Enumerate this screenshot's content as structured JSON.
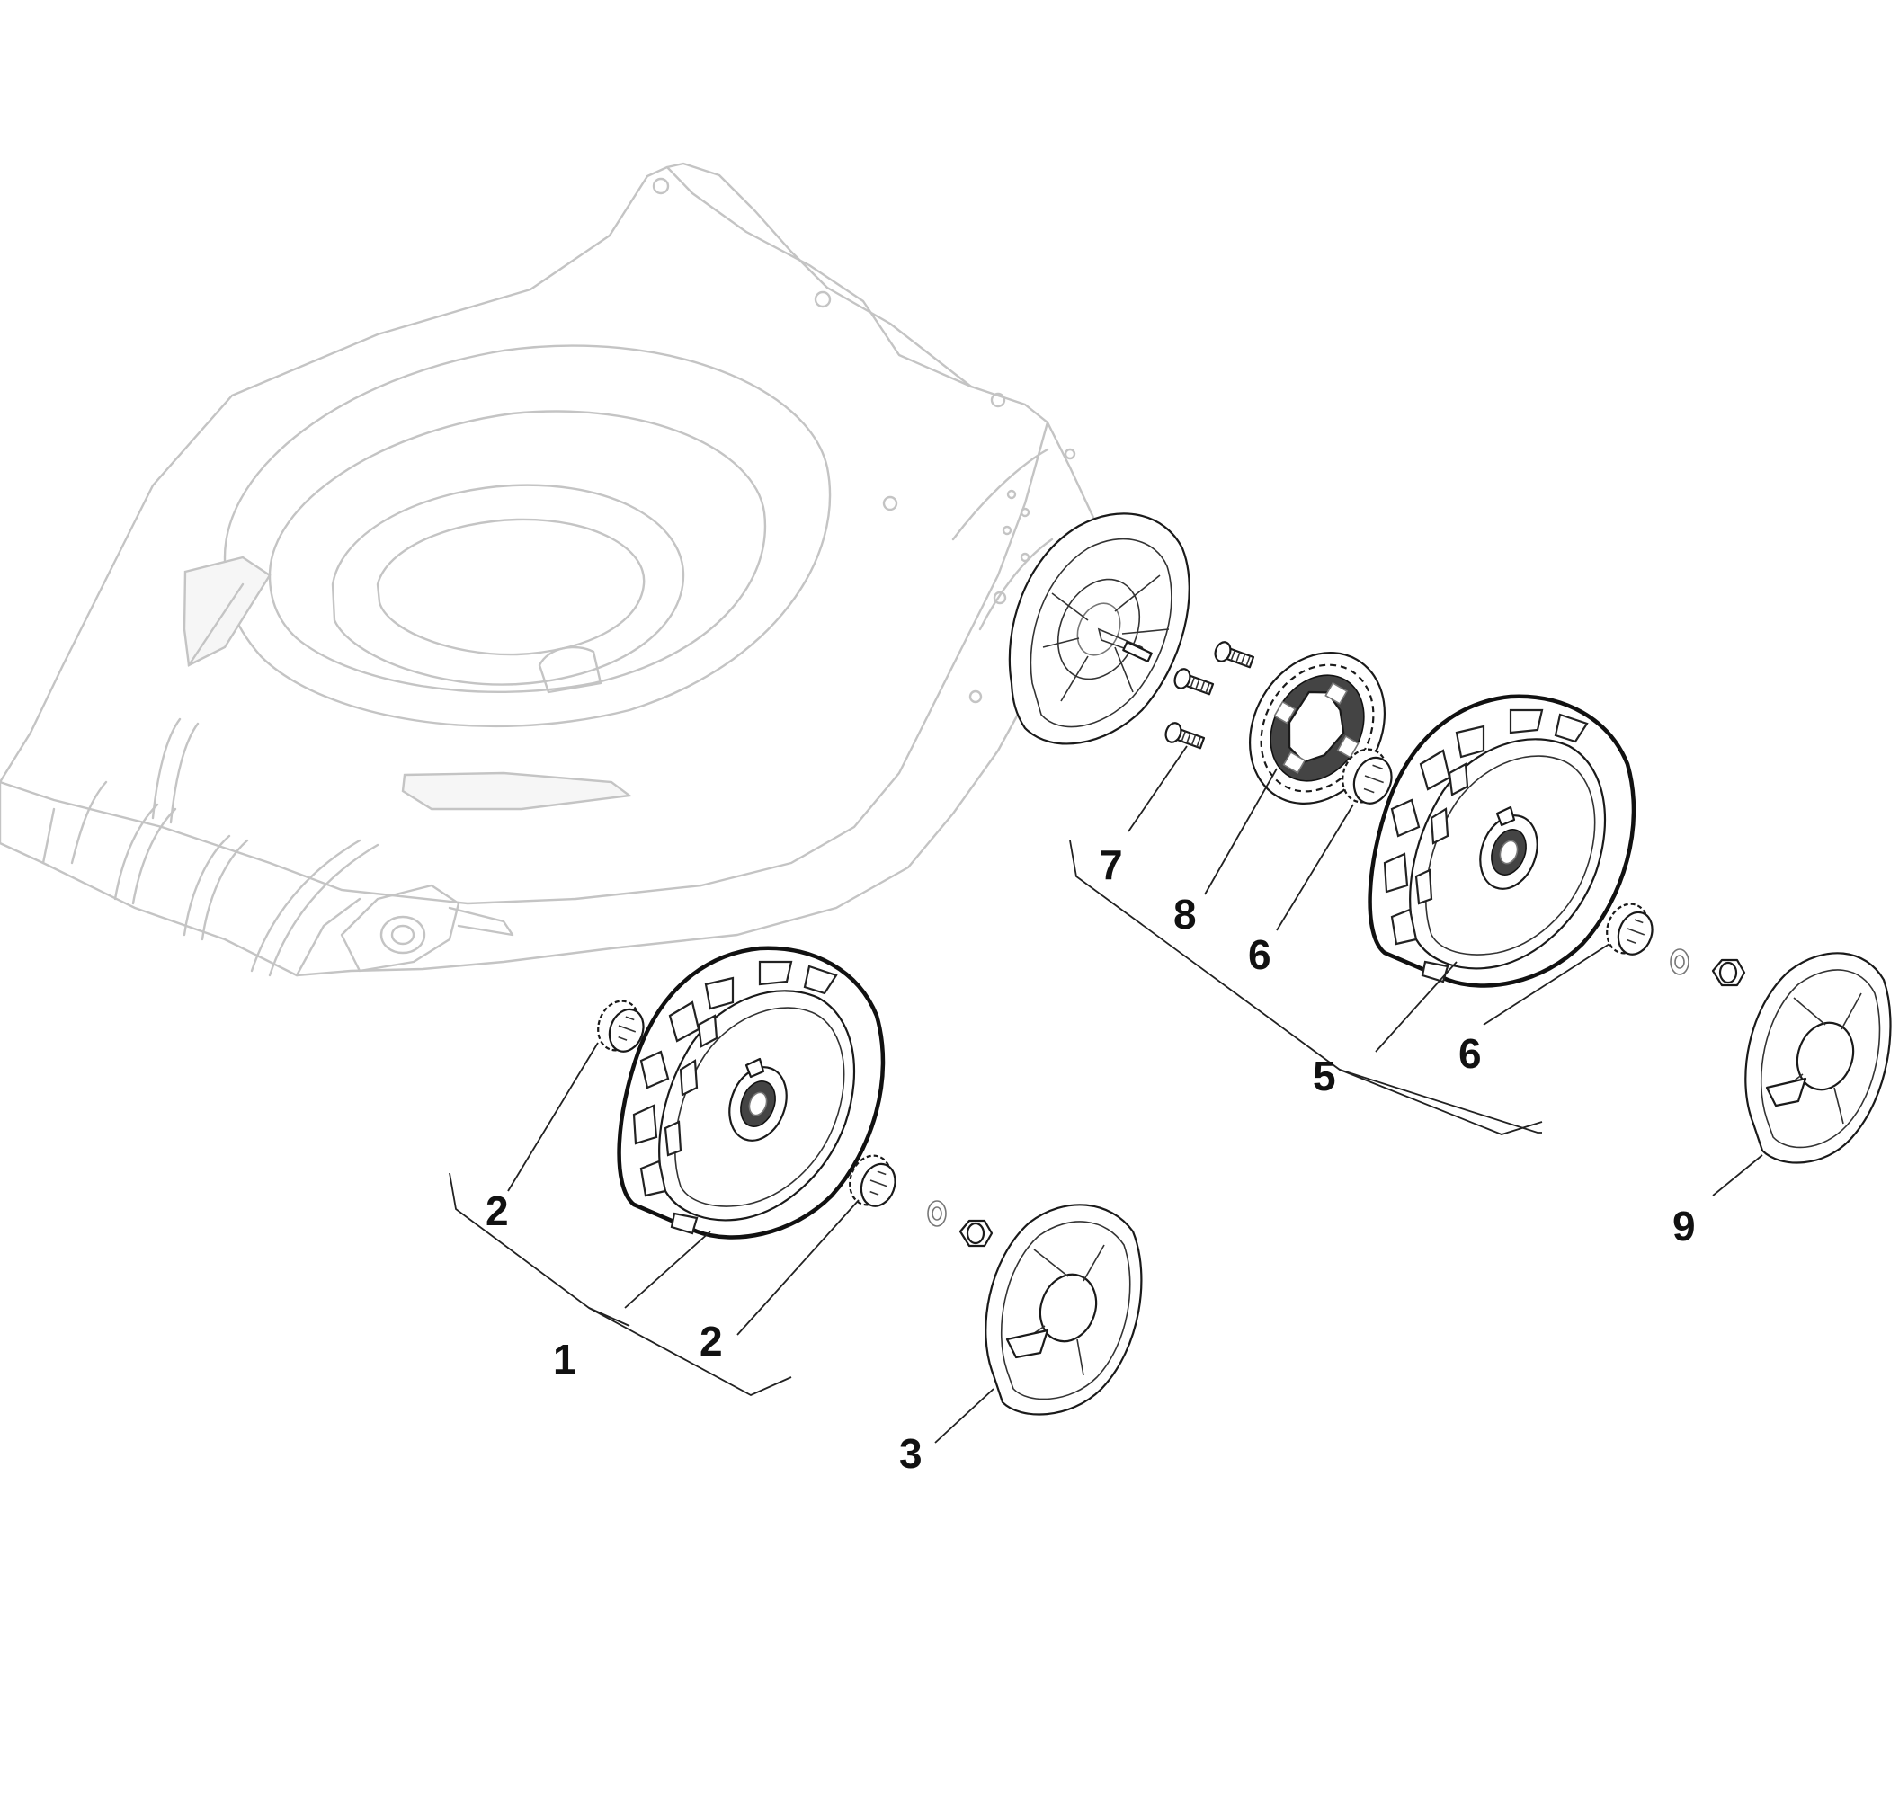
{
  "callouts": [
    {
      "id": "c1",
      "label": "1"
    },
    {
      "id": "c2a",
      "label": "2"
    },
    {
      "id": "c2b",
      "label": "2"
    },
    {
      "id": "c3",
      "label": "3"
    },
    {
      "id": "c5",
      "label": "5"
    },
    {
      "id": "c6a",
      "label": "6"
    },
    {
      "id": "c6b",
      "label": "6"
    },
    {
      "id": "c7",
      "label": "7"
    },
    {
      "id": "c8",
      "label": "8"
    },
    {
      "id": "c9",
      "label": "9"
    }
  ],
  "colors": {
    "ghost_outline": "#c4c4c4",
    "part_outline": "#111111",
    "background": "#ffffff"
  }
}
